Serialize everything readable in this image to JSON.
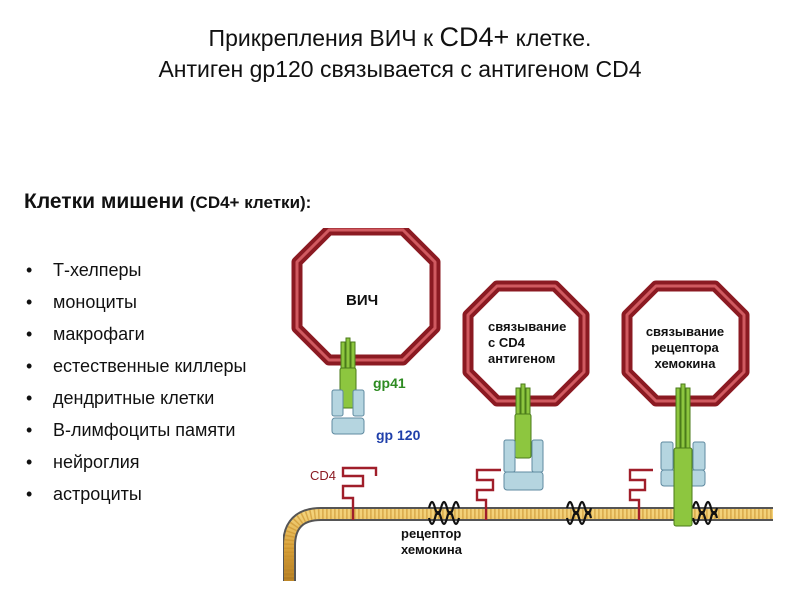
{
  "title": {
    "line1_a": "Прикрепления ВИЧ к ",
    "line1_b": "CD4+",
    "line1_c": " клетке.",
    "line2": "Антиген gp120 связывается с антигеном CD4"
  },
  "targets": {
    "heading": "Клетки мишени ",
    "heading_paren": "(CD4+ клетки):",
    "bullet": "•",
    "items": [
      "Т-хелперы",
      "моноциты",
      "макрофаги",
      "естественные киллеры",
      "дендритные клетки",
      "В-лимфоциты памяти",
      "нейроглия",
      "астроциты"
    ]
  },
  "diagram": {
    "virus_label": "ВИЧ",
    "gp41_label": "gp41",
    "gp120_label": "gp 120",
    "cd4_label": "CD4",
    "step2_label": [
      "связывание",
      "с CD4",
      "антигеном"
    ],
    "step3_label": [
      "связывание",
      "рецептора",
      "хемокина"
    ],
    "receptor_label": [
      "рецептор",
      "хемокина"
    ],
    "colors": {
      "virus_membrane": "#8b1a22",
      "gp41": "#8dc63f",
      "gp120": "#b5d5e0",
      "cd4": "#a01e2a",
      "cell_membrane": "#d9a23a",
      "gp41_text": "#2e8b22",
      "gp120_text": "#1f3faa",
      "cd4_text": "#8b1a22"
    }
  }
}
